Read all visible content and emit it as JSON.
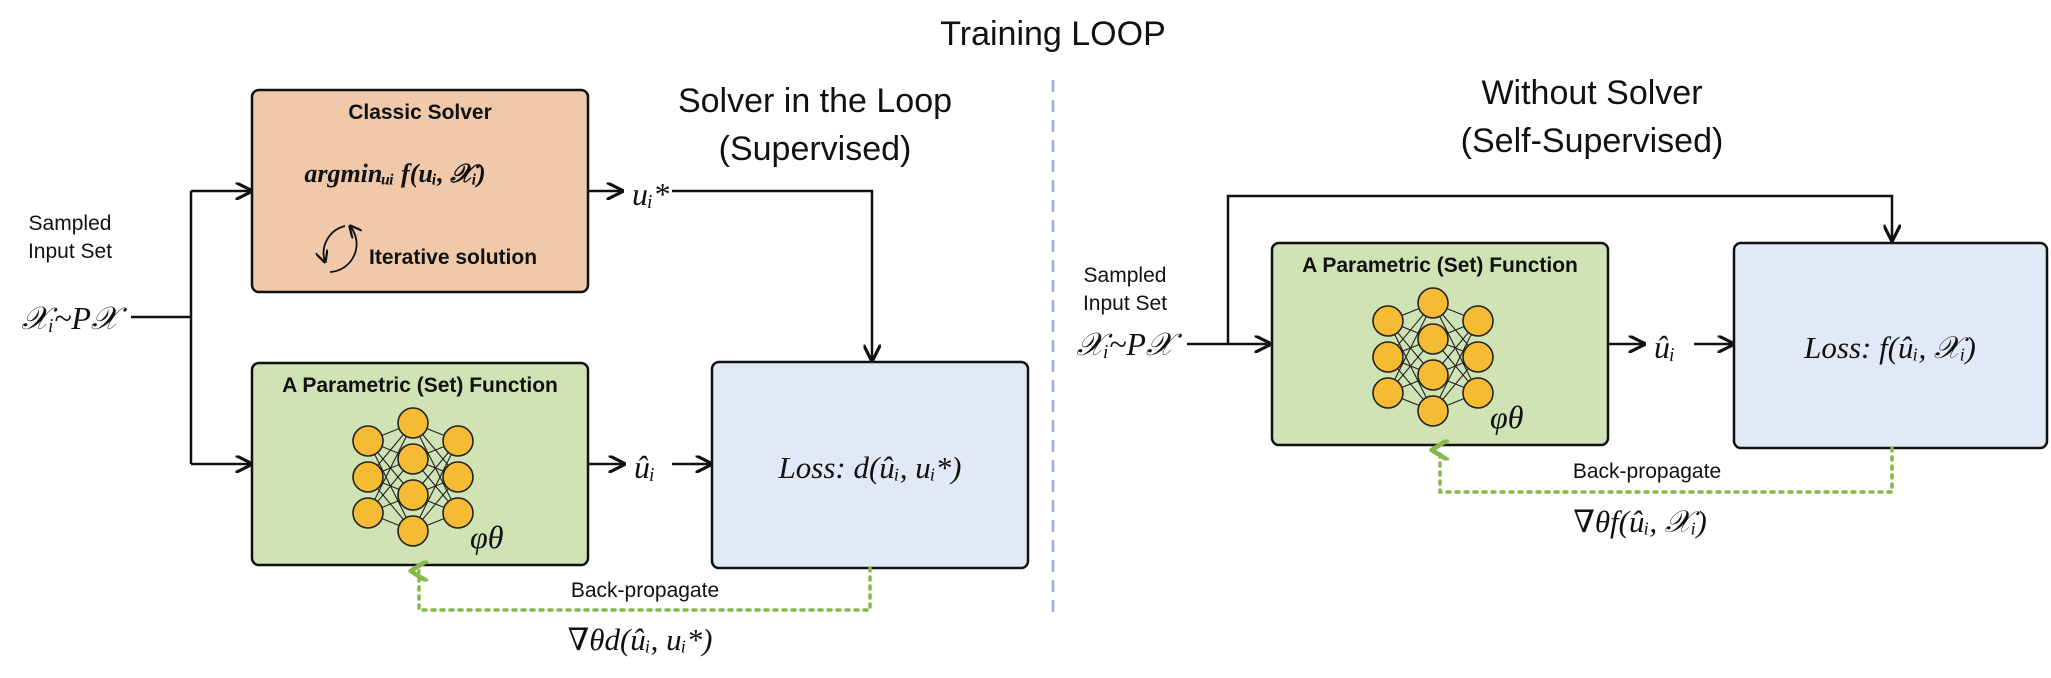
{
  "title": "Training LOOP",
  "left": {
    "heading_line1": "Solver in the Loop",
    "heading_line2": "(Supervised)",
    "input_label_line1": "Sampled",
    "input_label_line2": "Input Set",
    "input_formula": "𝒳ᵢ~P𝒳",
    "solver": {
      "title": "Classic Solver",
      "formula": "argminᵤᵢ  f(uᵢ, 𝒳ᵢ)",
      "iterative": "Iterative solution"
    },
    "solver_output": "uᵢ*",
    "net": {
      "title": "A Parametric (Set) Function",
      "param": "φθ"
    },
    "net_output": "ûᵢ",
    "loss": "Loss: d(ûᵢ, uᵢ*)",
    "backprop": "Back-propagate",
    "gradient": "∇θd(ûᵢ, uᵢ*)"
  },
  "right": {
    "heading_line1": "Without Solver",
    "heading_line2": "(Self-Supervised)",
    "input_label_line1": "Sampled",
    "input_label_line2": "Input Set",
    "input_formula": "𝒳ᵢ~P𝒳",
    "net": {
      "title": "A Parametric (Set) Function",
      "param": "φθ"
    },
    "net_output": "ûᵢ",
    "loss": "Loss: f(ûᵢ, 𝒳ᵢ)",
    "backprop": "Back-propagate",
    "gradient": "∇θf(ûᵢ, 𝒳ᵢ)"
  },
  "colors": {
    "solver_fill": "#efc9aa",
    "net_fill": "#cfe3b5",
    "loss_fill": "#e2e9f6",
    "neuron": "#f5bb33",
    "backprop_line": "#86b84a",
    "divider": "#9aaee0"
  }
}
